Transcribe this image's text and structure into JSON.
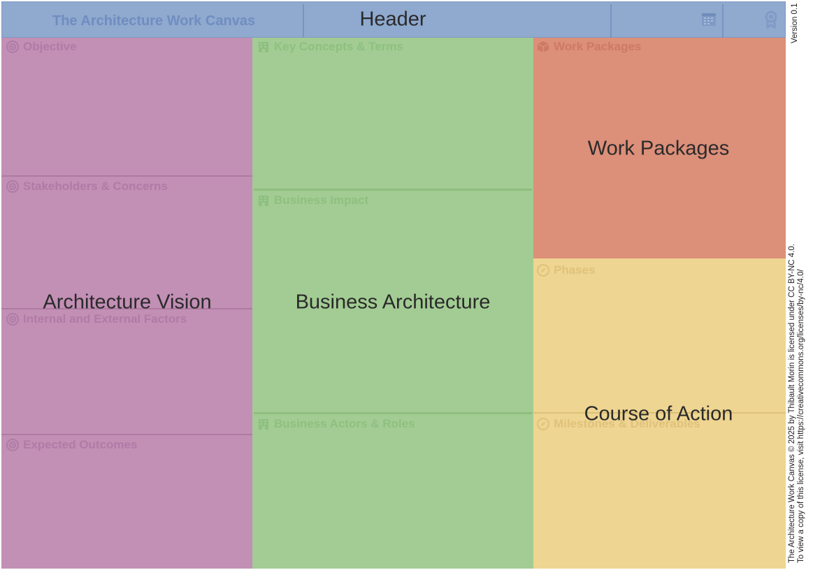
{
  "header": {
    "title": "The Architecture Work Canvas",
    "center_label": "Header",
    "icons": [
      "calendar-icon",
      "award-badge-icon"
    ]
  },
  "sections": {
    "objective": "Objective",
    "stakeholders": "Stakeholders & Concerns",
    "factors": "Internal and External Factors",
    "outcomes": "Expected Outcomes",
    "key_concepts": "Key Concepts & Terms",
    "business_impact": "Business Impact",
    "actors_roles": "Business Actors & Roles",
    "work_packages": "Work Packages",
    "phases": "Phases",
    "milestones": "Milestones & Deliverables"
  },
  "groups": {
    "architecture_vision": "Architecture Vision",
    "business_architecture": "Business Architecture",
    "work_packages": "Work Packages",
    "course_of_action": "Course of Action"
  },
  "side_text": {
    "version": "Version 0.1",
    "license_line1": "The Architecture Work Canvas  © 2025 by Thibault Morin is licensed under CC BY-NC 4.0.",
    "license_line2": "To view a copy of this license, visit https://creativecommons.org/licenses/by-nc/4.0/"
  },
  "colors": {
    "header": "#8fa9cf",
    "vision": "#c28fb5",
    "business": "#a2cc93",
    "work_packages": "#dc8f79",
    "course_of_action": "#eed591"
  }
}
